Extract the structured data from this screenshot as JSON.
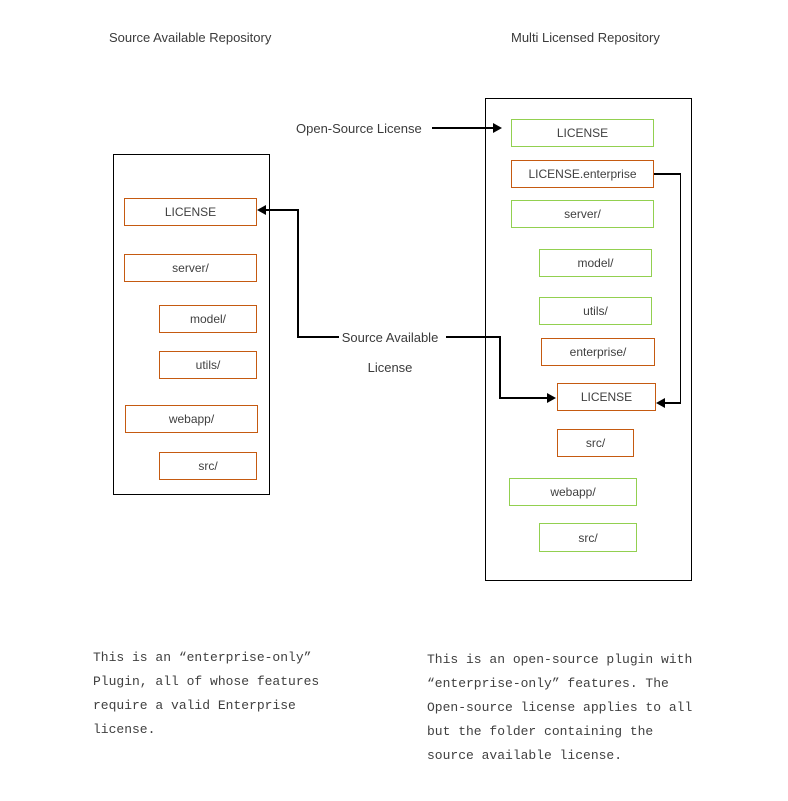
{
  "diagram": {
    "left_repo": {
      "title": "Source Available Repository",
      "items": [
        {
          "label": "LICENSE",
          "license": "source-available"
        },
        {
          "label": "server/",
          "license": "source-available"
        },
        {
          "label": "model/",
          "license": "source-available"
        },
        {
          "label": "utils/",
          "license": "source-available"
        },
        {
          "label": "webapp/",
          "license": "source-available"
        },
        {
          "label": "src/",
          "license": "source-available"
        }
      ]
    },
    "right_repo": {
      "title": "Multi Licensed Repository",
      "items": [
        {
          "label": "LICENSE",
          "license": "open-source"
        },
        {
          "label": "LICENSE.enterprise",
          "license": "source-available"
        },
        {
          "label": "server/",
          "license": "open-source"
        },
        {
          "label": "model/",
          "license": "open-source"
        },
        {
          "label": "utils/",
          "license": "open-source"
        },
        {
          "label": "enterprise/",
          "license": "source-available"
        },
        {
          "label": "LICENSE",
          "license": "source-available"
        },
        {
          "label": "src/",
          "license": "source-available"
        },
        {
          "label": "webapp/",
          "license": "open-source"
        },
        {
          "label": "src/",
          "license": "open-source"
        }
      ]
    },
    "connectors": {
      "open_source_label": "Open-Source License",
      "source_available_label_line1": "Source Available",
      "source_available_label_line2": "License"
    },
    "notes": {
      "left": "This is an “enter­prise-only”\nPlugin, all of whose features\nrequire a valid Enterprise license.",
      "right": "This is an open-source plugin with\n“enter­prise-only” features. The\nOpen-source license applies to all\nbut the folder containing the\nsource available license."
    },
    "colors": {
      "source_available_border": "#C55A11",
      "open_source_border": "#92D050",
      "line": "#000000",
      "text": "#404040"
    }
  }
}
